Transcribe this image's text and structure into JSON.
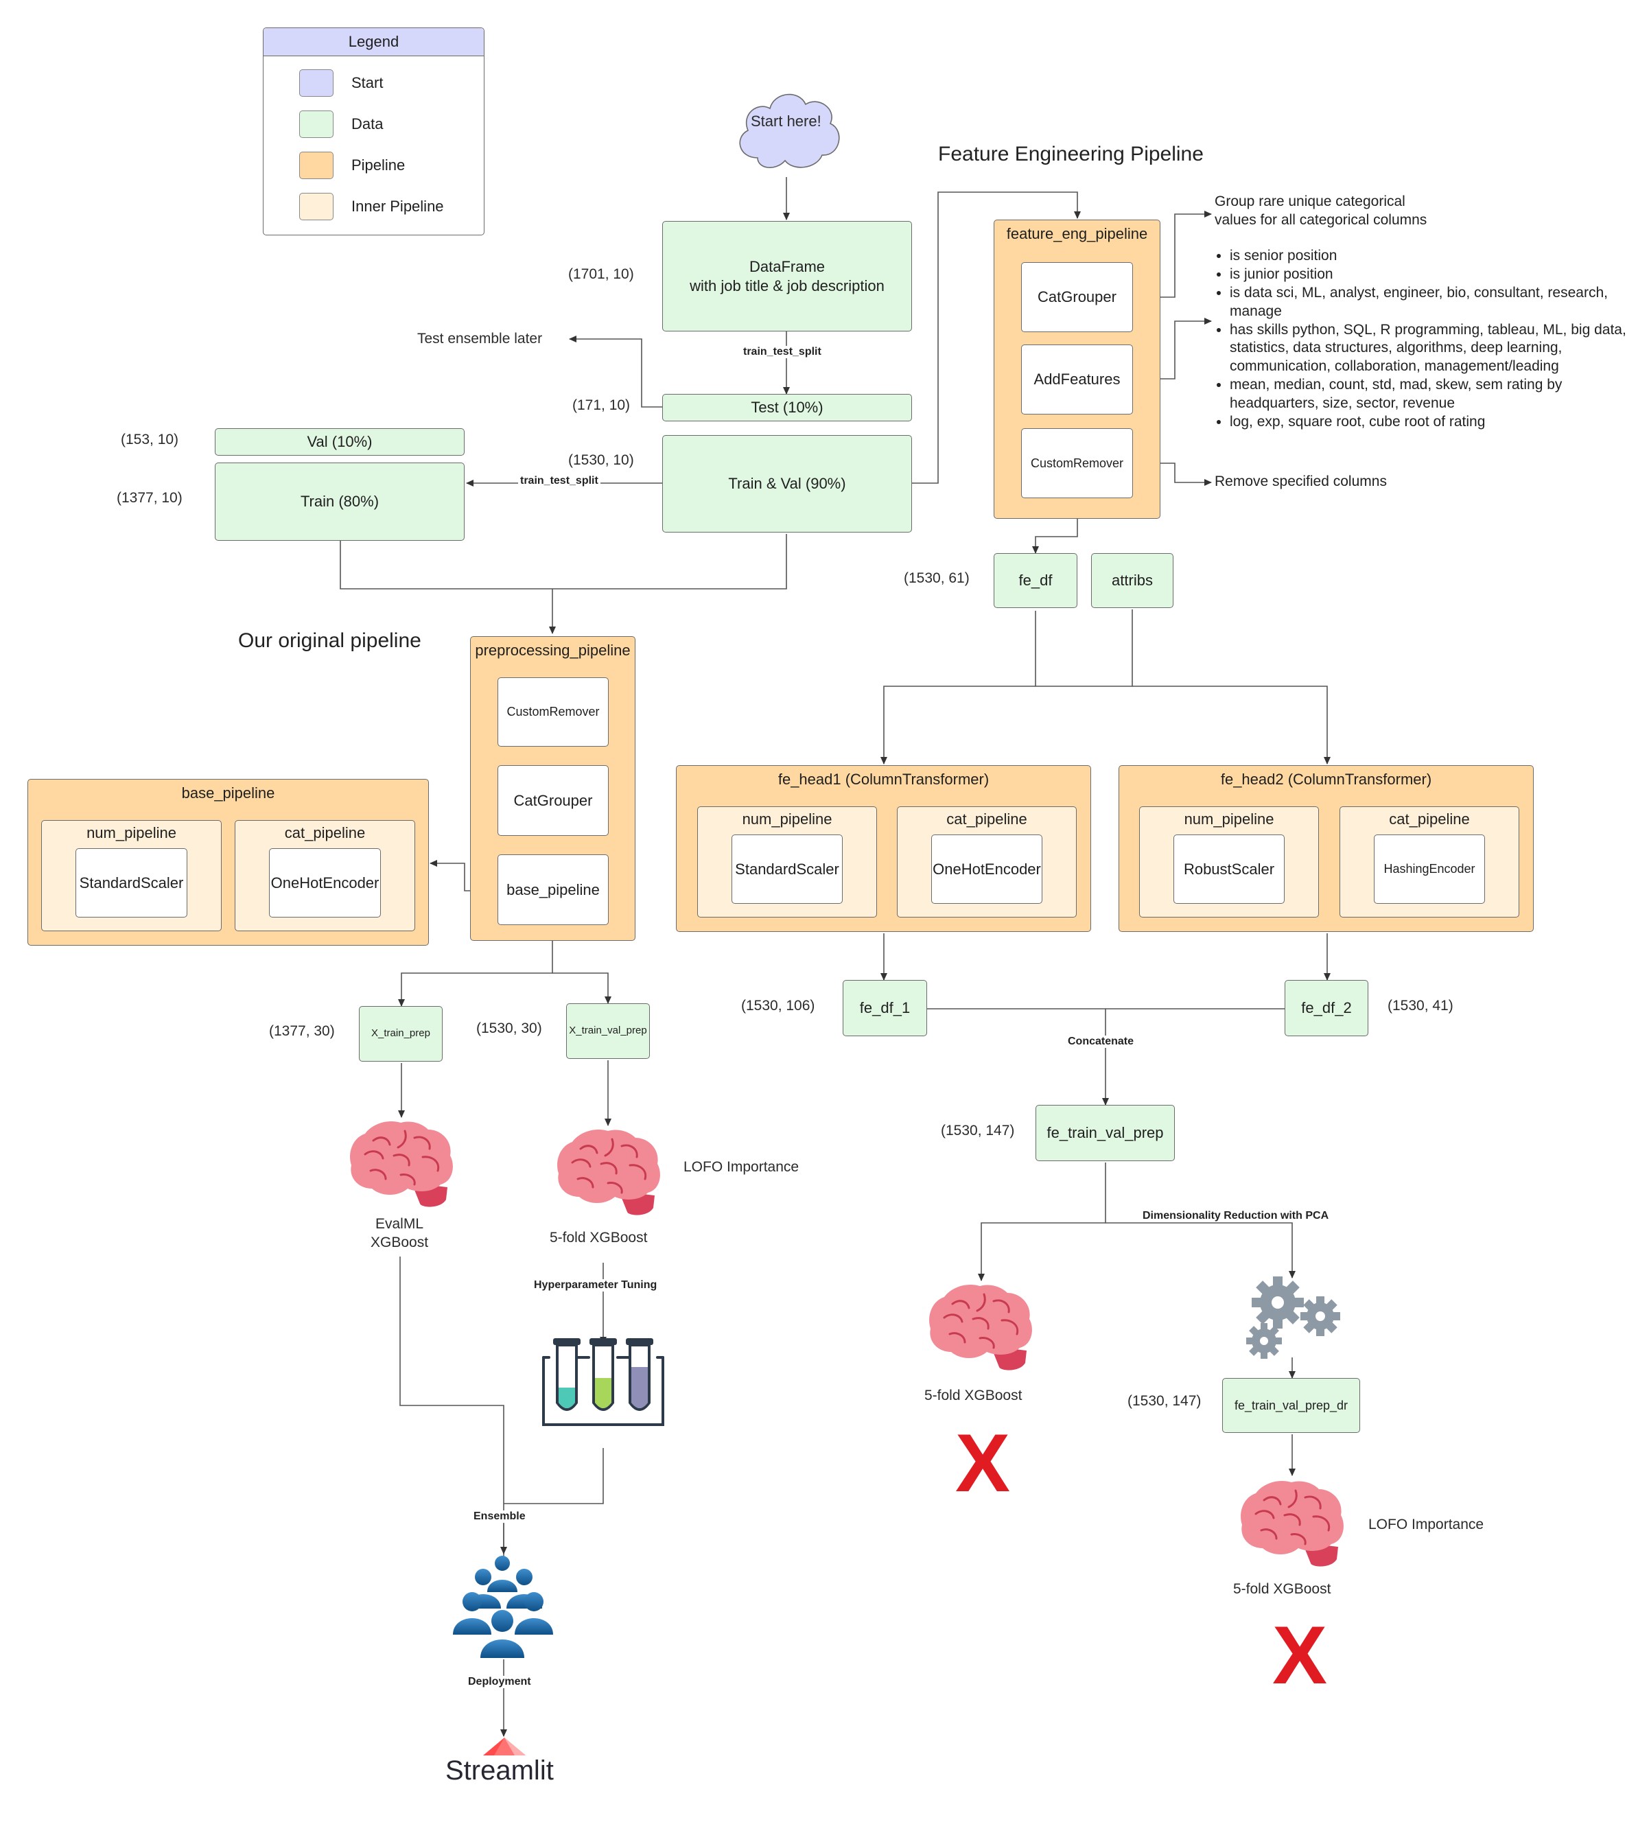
{
  "legend": {
    "title": "Legend",
    "items": [
      {
        "label": "Start",
        "color": "#d6d8fb"
      },
      {
        "label": "Data",
        "color": "#e0f7e2"
      },
      {
        "label": "Pipeline",
        "color": "#fed8a0"
      },
      {
        "label": "Inner Pipeline",
        "color": "#fff1d9"
      }
    ]
  },
  "titles": {
    "feature_engineering": "Feature Engineering Pipeline",
    "original": "Our original pipeline"
  },
  "nodes": {
    "start": "Start here!",
    "dataframe_line1": "DataFrame",
    "dataframe_line2": "with job title & job description",
    "test": "Test (10%)",
    "trainval": "Train & Val (90%)",
    "val": "Val (10%)",
    "train": "Train (80%)",
    "fe_df": "fe_df",
    "attribs": "attribs",
    "fe_df_1": "fe_df_1",
    "fe_df_2": "fe_df_2",
    "fe_train_val_prep": "fe_train_val_prep",
    "fe_train_val_prep_dr": "fe_train_val_prep_dr",
    "x_train_prep": "X_train_prep",
    "x_train_val_prep": "X_train_val_prep"
  },
  "shapes": {
    "dataframe": "(1701, 10)",
    "test": "(171, 10)",
    "trainval": "(1530, 10)",
    "val": "(153, 10)",
    "train": "(1377, 10)",
    "fe_df": "(1530, 61)",
    "fe_df_1": "(1530, 106)",
    "fe_df_2": "(1530, 41)",
    "fe_train_val_prep": "(1530, 147)",
    "fe_train_val_prep_dr": "(1530, 147)",
    "x_train_prep": "(1377, 30)",
    "x_train_val_prep": "(1530, 30)"
  },
  "edges": {
    "split1": "train_test_split",
    "split2": "train_test_split",
    "concatenate": "Concatenate",
    "pca": "Dimensionality Reduction with PCA",
    "hyper": "Hyperparameter Tuning",
    "ensemble": "Ensemble",
    "deployment": "Deployment"
  },
  "misc": {
    "test_later": "Test ensemble later"
  },
  "fe_pipeline": {
    "title": "feature_eng_pipeline",
    "steps": [
      "CatGrouper",
      "AddFeatures",
      "CustomRemover"
    ]
  },
  "pre_pipeline": {
    "title": "preprocessing_pipeline",
    "steps": [
      "CustomRemover",
      "CatGrouper",
      "base_pipeline"
    ]
  },
  "base_pipeline": {
    "title": "base_pipeline",
    "num_title": "num_pipeline",
    "num_step": "StandardScaler",
    "cat_title": "cat_pipeline",
    "cat_step": "OneHotEncoder"
  },
  "fe_head1": {
    "title": "fe_head1 (ColumnTransformer)",
    "num_title": "num_pipeline",
    "num_step": "StandardScaler",
    "cat_title": "cat_pipeline",
    "cat_step": "OneHotEncoder"
  },
  "fe_head2": {
    "title": "fe_head2 (ColumnTransformer)",
    "num_title": "num_pipeline",
    "num_step": "RobustScaler",
    "cat_title": "cat_pipeline",
    "cat_step": "HashingEncoder"
  },
  "annotations": {
    "catgrouper_line1": "Group rare unique categorical",
    "catgrouper_line2": "values for all categorical columns",
    "features": [
      "is senior position",
      "is junior position",
      "is data sci, ML, analyst, engineer, bio, consultant, research, manage",
      "has skills python, SQL, R programming, tableau, ML, big data, statistics, data structures, algorithms, deep learning, communication, collaboration, management/leading",
      "mean, median, count, std, mad, skew, sem rating by headquarters, size, sector, revenue",
      "log, exp, square root, cube root of rating"
    ],
    "remover": "Remove specified columns"
  },
  "models": {
    "evalml_line1": "EvalML",
    "evalml_line2": "XGBoost",
    "xgb_5fold_a": "5-fold XGBoost",
    "lofo_a": "LOFO Importance",
    "xgb_5fold_b": "5-fold XGBoost",
    "xgb_5fold_c": "5-fold XGBoost",
    "lofo_c": "LOFO Importance",
    "cross_mark": "X",
    "streamlit": "Streamlit"
  }
}
